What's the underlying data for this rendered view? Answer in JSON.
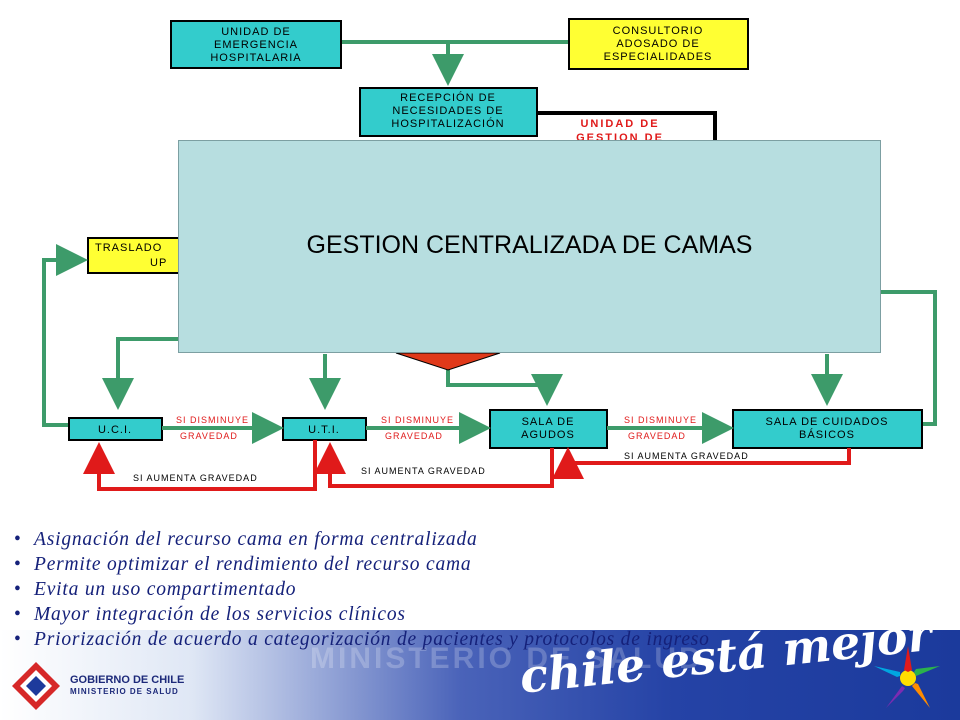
{
  "diagram": {
    "boxes": {
      "emergencia": [
        "UNIDAD DE",
        "EMERGENCIA",
        "HOSPITALARIA"
      ],
      "consultorio": [
        "CONSULTORIO",
        "ADOSADO DE",
        "ESPECIALIDADES"
      ],
      "recepcion": [
        "RECEPCIÓN DE",
        "NECESIDADES DE",
        "HOSPITALIZACIÓN"
      ],
      "unidad_gestion": [
        "UNIDAD DE",
        "GESTION DE"
      ],
      "traslado": [
        "TRASLADO",
        "UP"
      ],
      "uci": "U.C.I.",
      "uti": "U.T.I.",
      "agudos": [
        "SALA DE",
        "AGUDOS"
      ],
      "basicos": [
        "SALA DE CUIDADOS",
        "BÁSICOS"
      ]
    },
    "edges": {
      "disminuye": [
        "SI DISMINUYE",
        "GRAVEDAD"
      ],
      "aumenta": "SI AUMENTA GRAVEDAD"
    },
    "overlay_title": "GESTION CENTRALIZADA DE CAMAS"
  },
  "bullets": [
    "Asignación del recurso cama en forma centralizada",
    "Permite optimizar el rendimiento del recurso cama",
    "Evita un uso compartimentado",
    "Mayor integración de los servicios clínicos",
    "Priorización de acuerdo a categorización de pacientes y protocolos de ingreso"
  ],
  "footer": {
    "org_line1": "GOBIERNO DE CHILE",
    "org_line2": "MINISTERIO DE SALUD",
    "watermark": "MINISTERIO DE SALUD",
    "slogan": "chile está mejor"
  },
  "colors": {
    "cyan_box": "#33cccc",
    "yellow_box": "#ffff33",
    "green_arrow": "#3d9b6a",
    "red_arrow": "#e01a1a",
    "overlay": "#b7dee0",
    "bullet_text": "#15217a"
  }
}
